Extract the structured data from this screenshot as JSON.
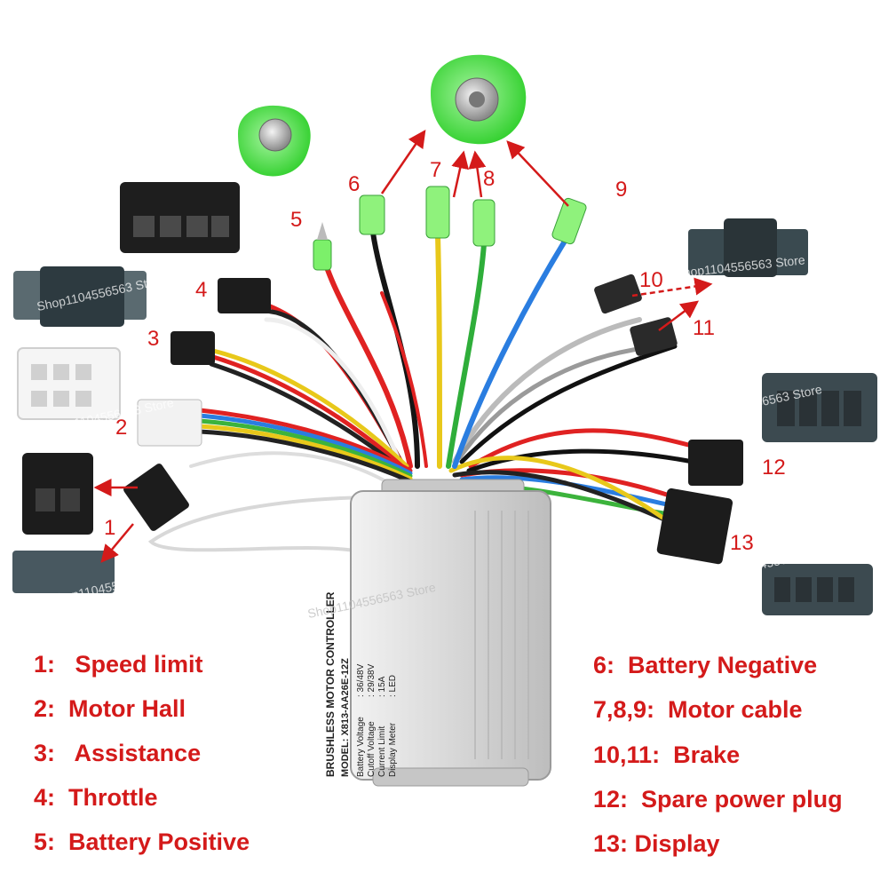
{
  "controller_label": {
    "title": "BRUSHLESS MOTOR CONTROLLER",
    "model": "MODEL: X813-AA26E-12Z",
    "spec_names": [
      "Battery Voltage",
      "Cutoff  Voltage",
      "Current Limit",
      "Display Meter"
    ],
    "spec_values": [
      ": 36/48V",
      ": 29/38V",
      ": 15A",
      ": LED"
    ]
  },
  "callouts": [
    "1",
    "2",
    "3",
    "4",
    "5",
    "6",
    "7",
    "8",
    "9",
    "10",
    "11",
    "12",
    "13"
  ],
  "legend_left": [
    "1:   Speed limit",
    "2:  Motor Hall",
    "3:   Assistance",
    "4:  Throttle",
    "5:  Battery Positive"
  ],
  "legend_right": [
    "6:  Battery Negative",
    "7,8,9:  Motor cable",
    "10,11:  Brake",
    "12:  Spare power plug",
    "13: Display"
  ],
  "watermark": "Shop1104556563 Store",
  "colors": {
    "annotation_red": "#d41a1a",
    "controller_body": "#e4e4e4",
    "insulator_green": "#3ed23a",
    "connector_black": "#1c1c1c"
  }
}
